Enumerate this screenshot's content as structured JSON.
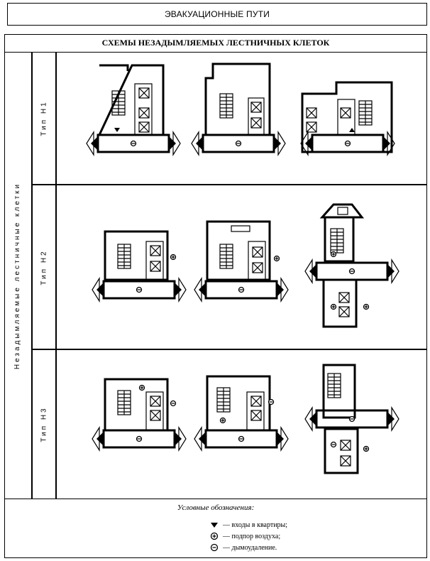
{
  "header": {
    "title": "ЭВАКУАЦИОННЫЕ ПУТИ"
  },
  "figure": {
    "title": "СХЕМЫ НЕЗАДЫМЛЯЕМЫХ ЛЕСТНИЧНЫХ КЛЕТОК",
    "side_label": "Незадымляемые лестничные клетки",
    "rows": [
      {
        "label": "Тип Н1",
        "schemes": 3
      },
      {
        "label": "Тип Н2",
        "schemes": 3
      },
      {
        "label": "Тип Н3",
        "schemes": 3
      }
    ]
  },
  "legend": {
    "title": "Условные обозначения:",
    "items": [
      {
        "icon": "entrance-triangle-icon",
        "label": "— входы в квартиры;"
      },
      {
        "icon": "air-supply-plus-circle-icon",
        "label": "— подпор воздуха;"
      },
      {
        "icon": "smoke-removal-minus-circle-icon",
        "label": "— дымоудаление."
      }
    ]
  }
}
